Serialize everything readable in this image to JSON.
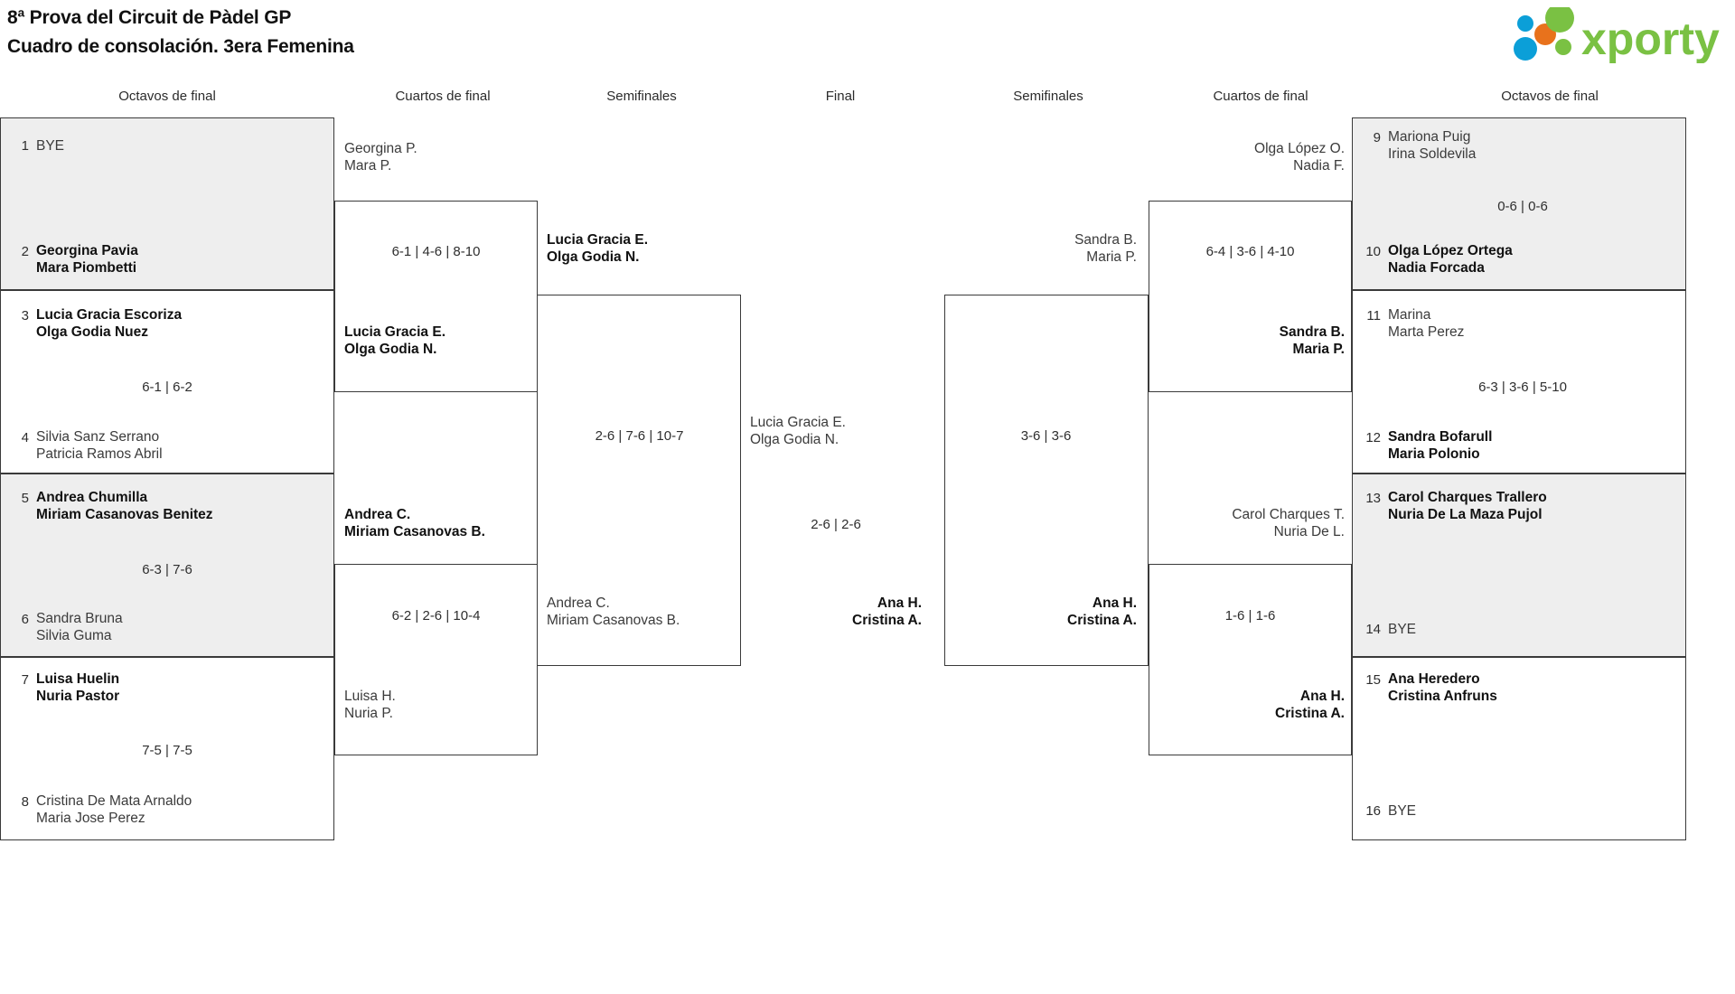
{
  "header": {
    "title_line1": "8ª Prova del Circuit de Pàdel GP",
    "title_line2": "Cuadro de consolación. 3era Femenina",
    "logo_text": "xporty",
    "logo_colors": {
      "green": "#7ac143",
      "blue": "#0b9fd8",
      "orange": "#e8721c"
    }
  },
  "round_headers": [
    {
      "label": "Octavos de final"
    },
    {
      "label": "Cuartos de final"
    },
    {
      "label": "Semifinales"
    },
    {
      "label": "Final"
    },
    {
      "label": "Semifinales"
    },
    {
      "label": "Cuartos de final"
    },
    {
      "label": "Octavos de final"
    }
  ],
  "colors": {
    "shade": "#eeeeee",
    "border": "#3a3a3a",
    "text": "#1a1a1a",
    "loser_text": "#3b3b3b"
  },
  "left_octavos": {
    "entries": [
      {
        "seed": "1",
        "bye": true,
        "label": "BYE",
        "result": "loser",
        "names": []
      },
      {
        "seed": "2",
        "bye": false,
        "result": "winner",
        "names": [
          "Georgina Pavia",
          "Mara Piombetti"
        ]
      },
      {
        "seed": "3",
        "bye": false,
        "result": "winner",
        "names": [
          "Lucia Gracia Escoriza",
          "Olga Godia Nuez"
        ]
      },
      {
        "seed": "4",
        "bye": false,
        "result": "loser",
        "names": [
          "Silvia Sanz Serrano",
          "Patricia Ramos Abril"
        ]
      },
      {
        "seed": "5",
        "bye": false,
        "result": "winner",
        "names": [
          "Andrea Chumilla",
          "Miriam Casanovas Benitez"
        ]
      },
      {
        "seed": "6",
        "bye": false,
        "result": "loser",
        "names": [
          "Sandra Bruna",
          "Silvia Guma"
        ]
      },
      {
        "seed": "7",
        "bye": false,
        "result": "winner",
        "names": [
          "Luisa Huelin",
          "Nuria Pastor"
        ]
      },
      {
        "seed": "8",
        "bye": false,
        "result": "loser",
        "names": [
          "Cristina De Mata Arnaldo",
          "Maria Jose Perez"
        ]
      }
    ],
    "scores": [
      "",
      "6-1 | 6-2",
      "6-3 | 7-6",
      "7-5 | 7-5"
    ]
  },
  "right_octavos": {
    "entries": [
      {
        "seed": "9",
        "bye": false,
        "result": "loser",
        "names": [
          "Mariona Puig",
          "Irina Soldevila"
        ]
      },
      {
        "seed": "10",
        "bye": false,
        "result": "winner",
        "names": [
          "Olga López Ortega",
          "Nadia Forcada"
        ]
      },
      {
        "seed": "11",
        "bye": false,
        "result": "loser",
        "names": [
          "Marina",
          "Marta Perez"
        ]
      },
      {
        "seed": "12",
        "bye": false,
        "result": "winner",
        "names": [
          "Sandra Bofarull",
          "Maria Polonio"
        ]
      },
      {
        "seed": "13",
        "bye": false,
        "result": "winner",
        "names": [
          "Carol Charques Trallero",
          "Nuria De La Maza Pujol"
        ]
      },
      {
        "seed": "14",
        "bye": true,
        "label": "BYE",
        "result": "loser",
        "names": []
      },
      {
        "seed": "15",
        "bye": false,
        "result": "winner",
        "names": [
          "Ana Heredero",
          "Cristina Anfruns"
        ]
      },
      {
        "seed": "16",
        "bye": true,
        "label": "BYE",
        "result": "loser",
        "names": []
      }
    ],
    "scores": [
      "0-6 | 0-6",
      "6-3 | 3-6 | 5-10",
      "",
      ""
    ]
  },
  "left_cuartos": {
    "match_top": {
      "loser": [
        "Georgina P.",
        "Mara P."
      ],
      "winner": [
        "Lucia Gracia E.",
        "Olga Godia N."
      ],
      "score": "6-1 | 4-6 | 8-10"
    },
    "match_bottom": {
      "loser_above": [
        "Andrea C.",
        "Miriam Casanovas B."
      ],
      "winner": [
        "Luisa H.",
        "Nuria P."
      ],
      "score": "6-2 | 2-6 | 10-4"
    }
  },
  "left_semifinal": {
    "winner": [
      "Lucia Gracia E.",
      "Olga Godia N."
    ],
    "loser": [
      "Andrea C.",
      "Miriam Casanovas B."
    ],
    "score": "2-6 | 7-6 | 10-7"
  },
  "final": {
    "left_team": [
      "Lucia Gracia E.",
      "Olga Godia N."
    ],
    "right_team": [
      "Ana H.",
      "Cristina A."
    ],
    "score": "2-6 | 2-6"
  },
  "right_semifinal": {
    "loser": [
      "Sandra B.",
      "Maria P."
    ],
    "winner": [
      "Ana H.",
      "Cristina A."
    ],
    "score": "3-6 | 3-6"
  },
  "right_cuartos": {
    "match_top": {
      "loser": [
        "Olga López O.",
        "Nadia F."
      ],
      "winner": [
        "Sandra B.",
        "Maria P."
      ],
      "score": "6-4 | 3-6 | 4-10"
    },
    "match_bottom": {
      "loser": [
        "Carol Charques T.",
        "Nuria De L."
      ],
      "winner": [
        "Ana H.",
        "Cristina A."
      ],
      "score": "1-6 | 1-6"
    }
  }
}
